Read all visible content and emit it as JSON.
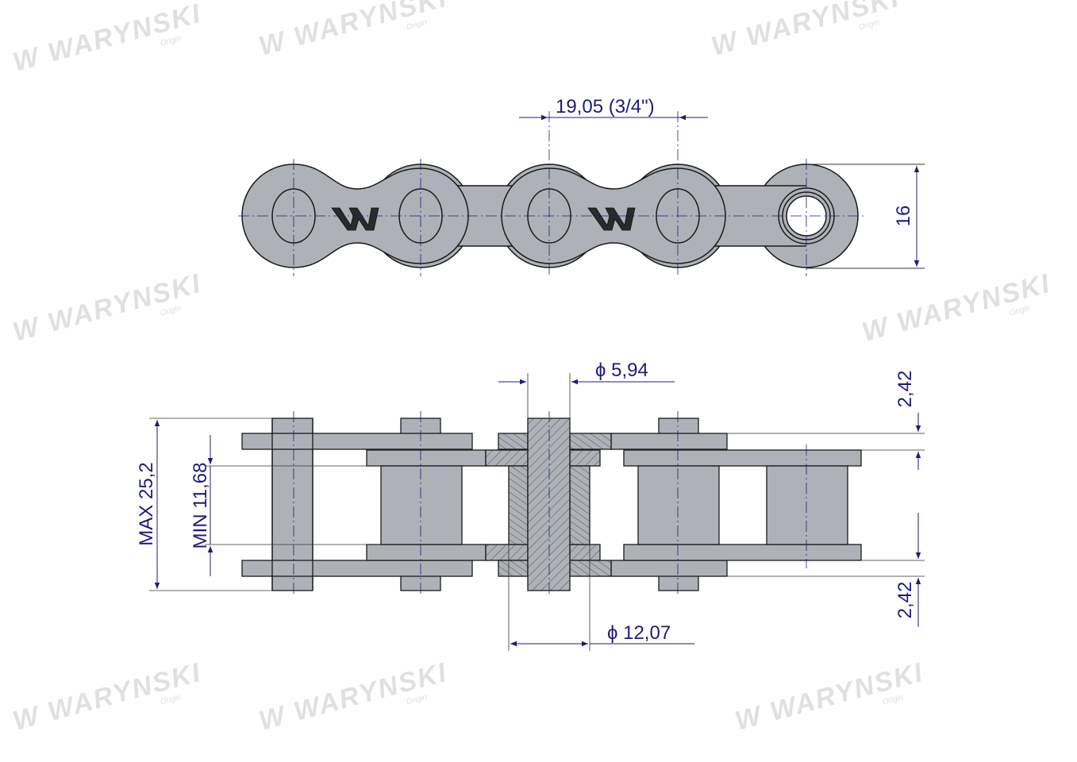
{
  "watermark": {
    "brand": "WARYNSKI",
    "sub": "Origin"
  },
  "top_view": {
    "pitch_label": "19,05  (3/4\")",
    "height_label": "16"
  },
  "bottom_view": {
    "pin_diameter_label": "ϕ  5,94",
    "roller_diameter_label": "ϕ  12,07",
    "max_width_label": "MAX  25,2",
    "min_inner_width_label": "MIN  11,68",
    "plate_thickness_top_label": "2,42",
    "plate_thickness_bottom_label": "2,42"
  },
  "colors": {
    "part": "#aeb2b8",
    "dimension": "#1c1c78",
    "outline": "#1a1a1a"
  }
}
